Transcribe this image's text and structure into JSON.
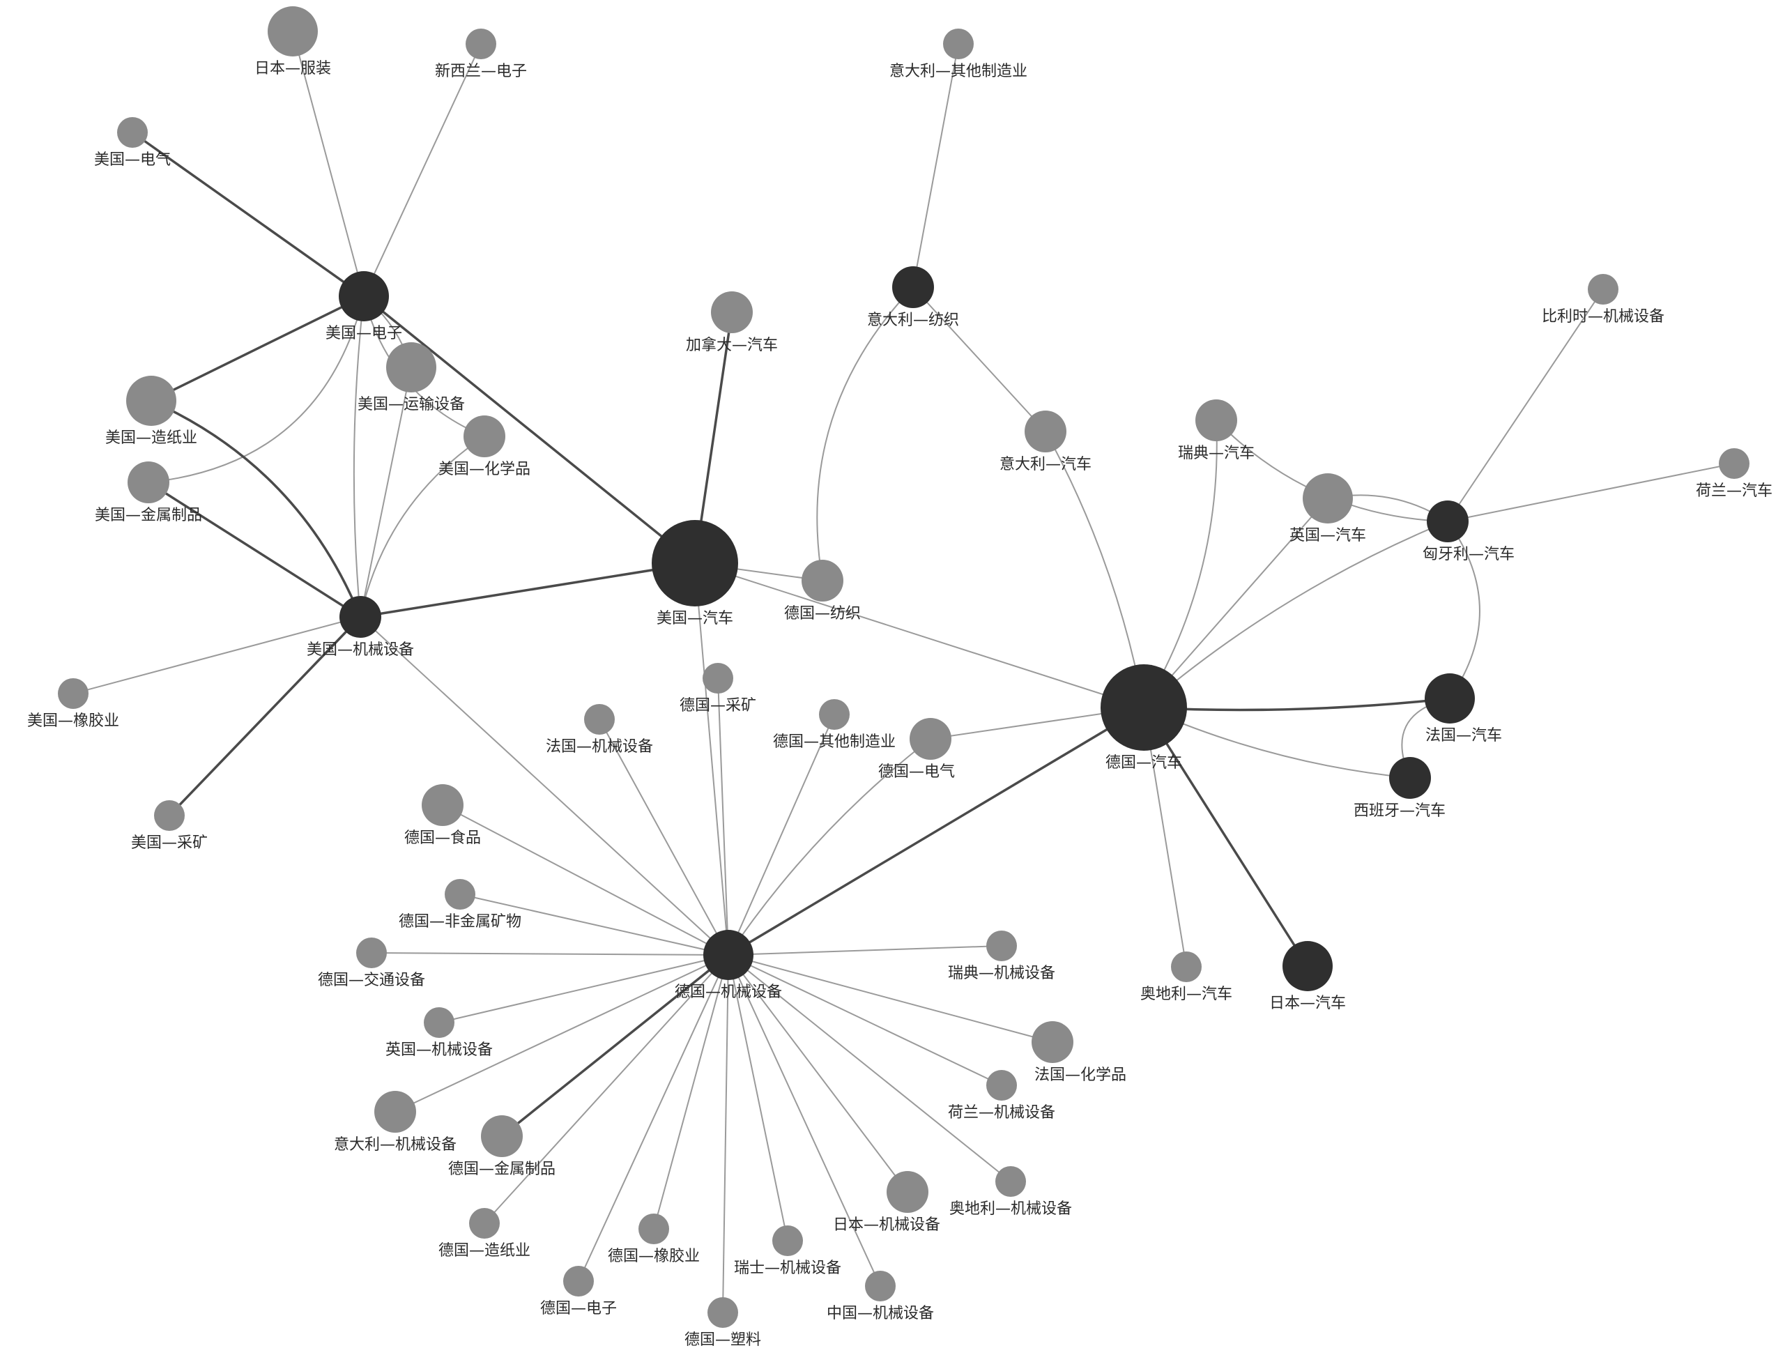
{
  "colors": {
    "hub": "#2f2f2f",
    "leaf": "#8a8a8a",
    "edge": "#9a9a9a",
    "edge_strong": "#4a4a4a",
    "background": "#ffffff"
  },
  "nodes": [
    {
      "id": "n1",
      "label": "美国—电子",
      "type": "hub",
      "size": "large"
    },
    {
      "id": "n2",
      "label": "美国—机械设备",
      "type": "hub",
      "size": "medium"
    },
    {
      "id": "n3",
      "label": "美国—汽车",
      "type": "hub",
      "size": "xlarge"
    },
    {
      "id": "n4",
      "label": "意大利—纺织",
      "type": "hub",
      "size": "medium"
    },
    {
      "id": "n5",
      "label": "德国—汽车",
      "type": "hub",
      "size": "xlarge"
    },
    {
      "id": "n6",
      "label": "西班牙—汽车",
      "type": "hub",
      "size": "medium"
    },
    {
      "id": "n7",
      "label": "法国—汽车",
      "type": "hub",
      "size": "large"
    },
    {
      "id": "n8",
      "label": "匈牙利—汽车",
      "type": "hub",
      "size": "medium"
    },
    {
      "id": "n9",
      "label": "日本—汽车",
      "type": "hub",
      "size": "large"
    },
    {
      "id": "n10",
      "label": "德国—机械设备",
      "type": "hub",
      "size": "large"
    },
    {
      "id": "n11",
      "label": "日本—服装",
      "type": "leaf",
      "size": "large"
    },
    {
      "id": "n12",
      "label": "新西兰—电子",
      "type": "leaf",
      "size": "small"
    },
    {
      "id": "n13",
      "label": "美国—电气",
      "type": "leaf",
      "size": "small"
    },
    {
      "id": "n14",
      "label": "意大利—其他制造业",
      "type": "leaf",
      "size": "small"
    },
    {
      "id": "n15",
      "label": "加拿大—汽车",
      "type": "leaf",
      "size": "medium"
    },
    {
      "id": "n16",
      "label": "美国—运输设备",
      "type": "leaf",
      "size": "large"
    },
    {
      "id": "n17",
      "label": "美国—造纸业",
      "type": "leaf",
      "size": "large"
    },
    {
      "id": "n18",
      "label": "美国—化学品",
      "type": "leaf",
      "size": "medium"
    },
    {
      "id": "n19",
      "label": "美国—金属制品",
      "type": "leaf",
      "size": "medium"
    },
    {
      "id": "n20",
      "label": "意大利—汽车",
      "type": "leaf",
      "size": "medium"
    },
    {
      "id": "n21",
      "label": "瑞典—汽车",
      "type": "leaf",
      "size": "medium"
    },
    {
      "id": "n22",
      "label": "英国—汽车",
      "type": "leaf",
      "size": "large"
    },
    {
      "id": "n23",
      "label": "比利时—机械设备",
      "type": "leaf",
      "size": "small"
    },
    {
      "id": "n24",
      "label": "荷兰—汽车",
      "type": "leaf",
      "size": "small"
    },
    {
      "id": "n25",
      "label": "德国—纺织",
      "type": "leaf",
      "size": "medium"
    },
    {
      "id": "n26",
      "label": "美国—橡胶业",
      "type": "leaf",
      "size": "small"
    },
    {
      "id": "n27",
      "label": "美国—采矿",
      "type": "leaf",
      "size": "small"
    },
    {
      "id": "n28",
      "label": "德国—采矿",
      "type": "leaf",
      "size": "small"
    },
    {
      "id": "n29",
      "label": "法国—机械设备",
      "type": "leaf",
      "size": "small"
    },
    {
      "id": "n30",
      "label": "德国—其他制造业",
      "type": "leaf",
      "size": "small"
    },
    {
      "id": "n31",
      "label": "德国—电气",
      "type": "leaf",
      "size": "medium"
    },
    {
      "id": "n32",
      "label": "德国—食品",
      "type": "leaf",
      "size": "medium"
    },
    {
      "id": "n33",
      "label": "德国—非金属矿物",
      "type": "leaf",
      "size": "small"
    },
    {
      "id": "n34",
      "label": "德国—交通设备",
      "type": "leaf",
      "size": "small"
    },
    {
      "id": "n35",
      "label": "英国—机械设备",
      "type": "leaf",
      "size": "small"
    },
    {
      "id": "n36",
      "label": "意大利—机械设备",
      "type": "leaf",
      "size": "medium"
    },
    {
      "id": "n37",
      "label": "德国—金属制品",
      "type": "leaf",
      "size": "medium"
    },
    {
      "id": "n38",
      "label": "德国—造纸业",
      "type": "leaf",
      "size": "small"
    },
    {
      "id": "n39",
      "label": "德国—电子",
      "type": "leaf",
      "size": "small"
    },
    {
      "id": "n40",
      "label": "德国—橡胶业",
      "type": "leaf",
      "size": "small"
    },
    {
      "id": "n41",
      "label": "德国—塑料",
      "type": "leaf",
      "size": "small"
    },
    {
      "id": "n42",
      "label": "瑞士—机械设备",
      "type": "leaf",
      "size": "small"
    },
    {
      "id": "n43",
      "label": "中国—机械设备",
      "type": "leaf",
      "size": "small"
    },
    {
      "id": "n44",
      "label": "日本—机械设备",
      "type": "leaf",
      "size": "medium"
    },
    {
      "id": "n45",
      "label": "奥地利—机械设备",
      "type": "leaf",
      "size": "small"
    },
    {
      "id": "n46",
      "label": "荷兰—机械设备",
      "type": "leaf",
      "size": "small"
    },
    {
      "id": "n47",
      "label": "法国—化学品",
      "type": "leaf",
      "size": "medium"
    },
    {
      "id": "n48",
      "label": "瑞典—机械设备",
      "type": "leaf",
      "size": "small"
    },
    {
      "id": "n49",
      "label": "奥地利—汽车",
      "type": "leaf",
      "size": "small"
    }
  ],
  "edges": [
    [
      "n1",
      "n11",
      0
    ],
    [
      "n1",
      "n12",
      0
    ],
    [
      "n1",
      "n13",
      1
    ],
    [
      "n1",
      "n16",
      0
    ],
    [
      "n1",
      "n17",
      1
    ],
    [
      "n1",
      "n18",
      0
    ],
    [
      "n1",
      "n2",
      0
    ],
    [
      "n1",
      "n3",
      1
    ],
    [
      "n1",
      "n19",
      0
    ],
    [
      "n2",
      "n17",
      1
    ],
    [
      "n2",
      "n16",
      0
    ],
    [
      "n2",
      "n18",
      0
    ],
    [
      "n2",
      "n19",
      1
    ],
    [
      "n2",
      "n3",
      1
    ],
    [
      "n2",
      "n26",
      0
    ],
    [
      "n2",
      "n27",
      1
    ],
    [
      "n2",
      "n10",
      0
    ],
    [
      "n3",
      "n15",
      1
    ],
    [
      "n3",
      "n25",
      0
    ],
    [
      "n3",
      "n5",
      0
    ],
    [
      "n3",
      "n10",
      0
    ],
    [
      "n4",
      "n14",
      0
    ],
    [
      "n4",
      "n20",
      0
    ],
    [
      "n4",
      "n25",
      0
    ],
    [
      "n5",
      "n20",
      0
    ],
    [
      "n5",
      "n21",
      0
    ],
    [
      "n5",
      "n22",
      0
    ],
    [
      "n5",
      "n8",
      0
    ],
    [
      "n5",
      "n7",
      1
    ],
    [
      "n5",
      "n6",
      0
    ],
    [
      "n5",
      "n31",
      0
    ],
    [
      "n5",
      "n9",
      1
    ],
    [
      "n5",
      "n49",
      0
    ],
    [
      "n5",
      "n10",
      1
    ],
    [
      "n8",
      "n23",
      0
    ],
    [
      "n8",
      "n24",
      0
    ],
    [
      "n8",
      "n22",
      0
    ],
    [
      "n8",
      "n7",
      0
    ],
    [
      "n7",
      "n6",
      0
    ],
    [
      "n8",
      "n21",
      0
    ],
    [
      "n10",
      "n28",
      0
    ],
    [
      "n10",
      "n29",
      0
    ],
    [
      "n10",
      "n30",
      0
    ],
    [
      "n10",
      "n31",
      0
    ],
    [
      "n10",
      "n32",
      0
    ],
    [
      "n10",
      "n33",
      0
    ],
    [
      "n10",
      "n34",
      0
    ],
    [
      "n10",
      "n35",
      0
    ],
    [
      "n10",
      "n36",
      0
    ],
    [
      "n10",
      "n37",
      1
    ],
    [
      "n10",
      "n38",
      0
    ],
    [
      "n10",
      "n39",
      0
    ],
    [
      "n10",
      "n40",
      0
    ],
    [
      "n10",
      "n41",
      0
    ],
    [
      "n10",
      "n42",
      0
    ],
    [
      "n10",
      "n43",
      0
    ],
    [
      "n10",
      "n44",
      0
    ],
    [
      "n10",
      "n45",
      0
    ],
    [
      "n10",
      "n46",
      0
    ],
    [
      "n10",
      "n47",
      0
    ],
    [
      "n10",
      "n48",
      0
    ]
  ]
}
